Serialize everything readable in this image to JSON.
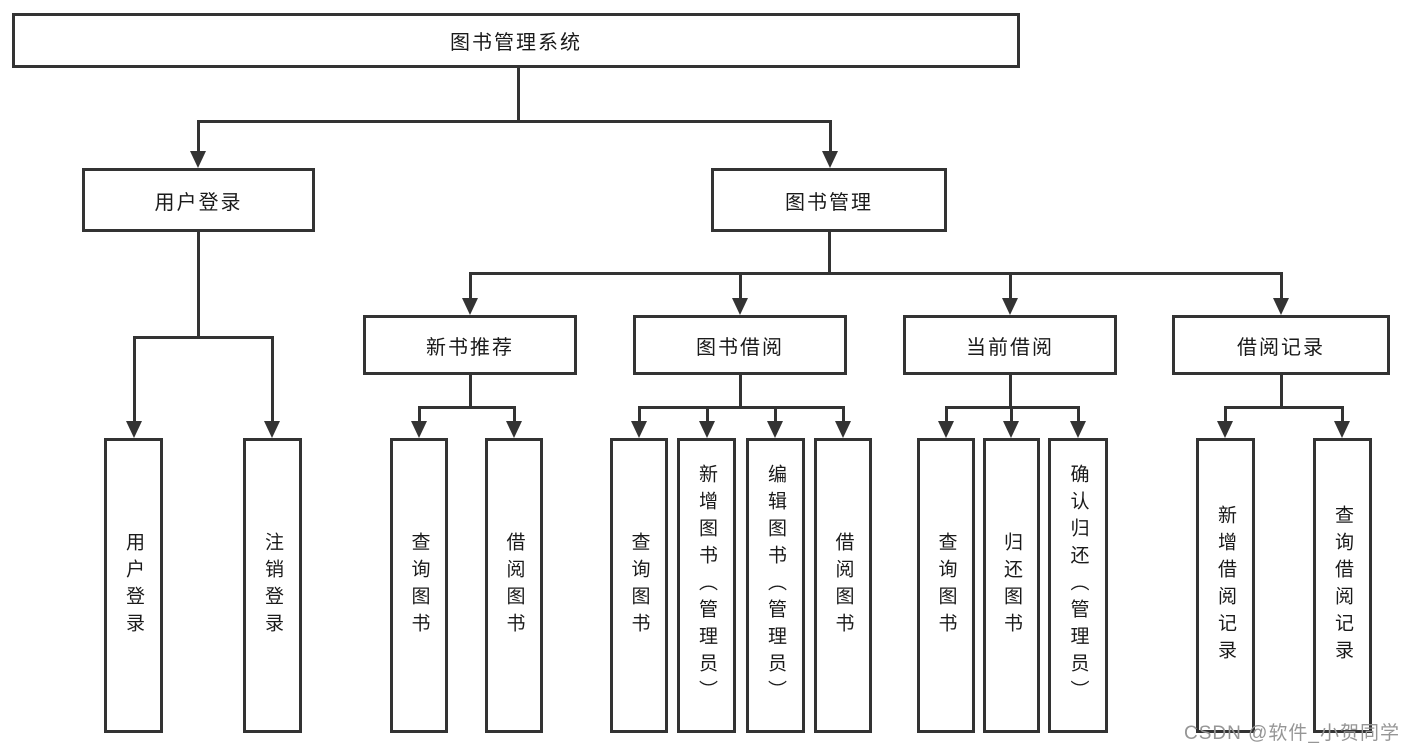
{
  "tree": {
    "root": {
      "label": "图书管理系统"
    },
    "children": [
      {
        "label": "用户登录",
        "children": [
          {
            "label": "用户登录"
          },
          {
            "label": "注销登录"
          }
        ]
      },
      {
        "label": "图书管理",
        "children": [
          {
            "label": "新书推荐",
            "children": [
              {
                "label": "查询图书"
              },
              {
                "label": "借阅图书"
              }
            ]
          },
          {
            "label": "图书借阅",
            "children": [
              {
                "label": "查询图书"
              },
              {
                "label": "新增图书（管理员）"
              },
              {
                "label": "编辑图书（管理员）"
              },
              {
                "label": "借阅图书"
              }
            ]
          },
          {
            "label": "当前借阅",
            "children": [
              {
                "label": "查询图书"
              },
              {
                "label": "归还图书"
              },
              {
                "label": "确认归还（管理员）"
              }
            ]
          },
          {
            "label": "借阅记录",
            "children": [
              {
                "label": "新增借阅记录"
              },
              {
                "label": "查询借阅记录"
              }
            ]
          }
        ]
      }
    ]
  },
  "watermark": "CSDN @软件_小贺同学",
  "colors": {
    "line": "#333333",
    "text": "#1a1a1a",
    "watermark": "#969696",
    "background": "#ffffff"
  }
}
